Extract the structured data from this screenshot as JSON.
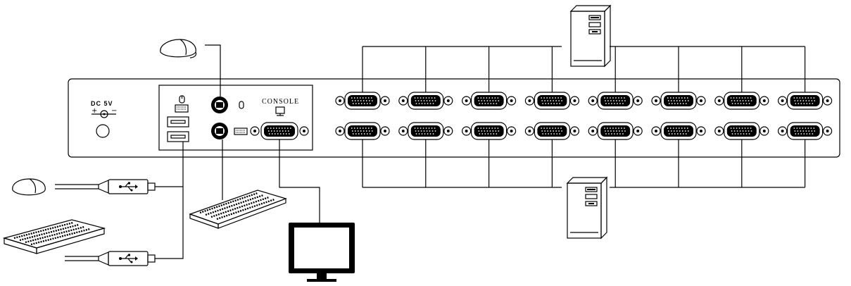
{
  "panel": {
    "power_label": "DC 5V",
    "console_label": "CONSOLE",
    "vga_port_rows": 2,
    "vga_ports_per_row": 8
  },
  "icons": {
    "mouse": "mouse-icon",
    "keyboard": "keyboard-icon",
    "monitor": "monitor-icon",
    "computer": "tower-computer-icon",
    "usb": "usb-symbol-icon",
    "ps2": "ps2-port-icon",
    "vga": "vga-port-icon"
  },
  "colors": {
    "stroke": "#000000",
    "background": "#ffffff"
  }
}
